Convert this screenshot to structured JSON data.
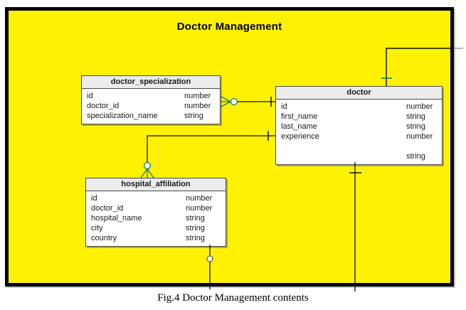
{
  "diagram": {
    "title": "Doctor Management",
    "caption": "Fig.4 Doctor Management contents",
    "colors": {
      "background": "#FEF200",
      "frame_border": "#000000",
      "table_header": "#ECECEC",
      "line": "#111111",
      "accent_teal": "#1B7A74"
    }
  },
  "tables": [
    {
      "title": "doctor_specialization",
      "fields": [
        {
          "name": "id",
          "type": "number"
        },
        {
          "name": "doctor_id",
          "type": "number"
        },
        {
          "name": "specialization_name",
          "type": "string"
        }
      ]
    },
    {
      "title": "doctor",
      "fields": [
        {
          "name": "id",
          "type": "number"
        },
        {
          "name": "first_name",
          "type": "string"
        },
        {
          "name": "last_name",
          "type": "string"
        },
        {
          "name": "experience",
          "type": "number"
        },
        {
          "name": "",
          "type": ""
        },
        {
          "name": "",
          "type": "string"
        }
      ]
    },
    {
      "title": "hospital_affiliation",
      "fields": [
        {
          "name": "id",
          "type": "number"
        },
        {
          "name": "doctor_id",
          "type": "number"
        },
        {
          "name": "hospital_name",
          "type": "string"
        },
        {
          "name": "city",
          "type": "string"
        },
        {
          "name": "country",
          "type": "string"
        }
      ]
    }
  ],
  "relationships": [
    {
      "from": "doctor_specialization",
      "to": "doctor",
      "from_cardinality": "zero-or-many",
      "to_cardinality": "one"
    },
    {
      "from": "hospital_affiliation",
      "to": "doctor",
      "from_cardinality": "zero-or-many",
      "to_cardinality": "one"
    },
    {
      "from": "doctor",
      "to": "off-diagram-right",
      "from_cardinality": "one"
    },
    {
      "from": "doctor",
      "to": "off-diagram-bottom",
      "from_cardinality": "one"
    },
    {
      "from": "hospital_affiliation",
      "to": "off-diagram-bottom",
      "from_cardinality": "zero"
    }
  ]
}
